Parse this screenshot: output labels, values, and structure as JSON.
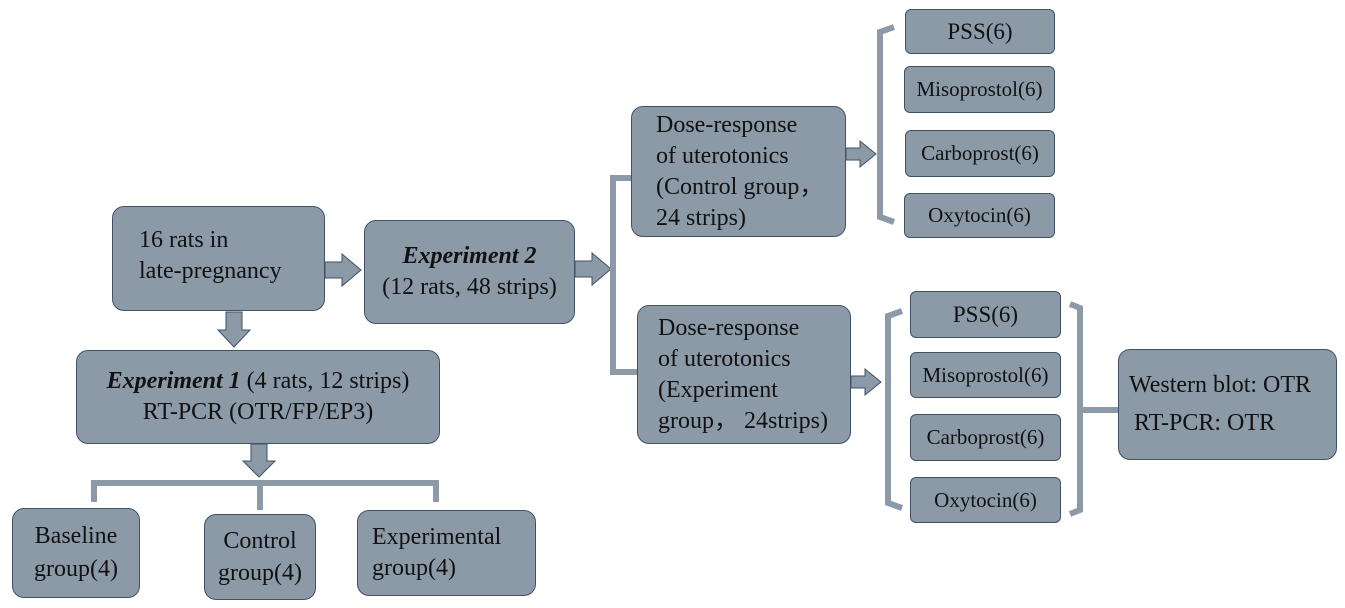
{
  "start": {
    "line1": "16 rats in",
    "line2": "late-pregnancy"
  },
  "exp2": {
    "title": "Experiment 2",
    "detail": "(12 rats, 48 strips)"
  },
  "exp1": {
    "title": "Experiment 1",
    "detail": " (4 rats, 12 strips)",
    "method": "RT-PCR (OTR/FP/EP3)"
  },
  "exp1_groups": [
    {
      "line1": "Baseline",
      "line2": "group(4)"
    },
    {
      "line1": "Control",
      "line2": "group(4)"
    },
    {
      "line1": "Experimental",
      "line2": "group(4)"
    }
  ],
  "dose_control": {
    "lines": [
      "Dose-response",
      "of uterotonics",
      "(Control group，",
      "24 strips)"
    ]
  },
  "dose_experiment": {
    "lines": [
      "Dose-response",
      "of uterotonics",
      "(Experiment",
      "group， 24strips)"
    ]
  },
  "control_drugs": [
    "PSS(6)",
    "Misoprostol(6)",
    "Carboprost(6)",
    "Oxytocin(6)"
  ],
  "experiment_drugs": [
    "PSS(6)",
    "Misoprostol(6)",
    "Carboprost(6)",
    "Oxytocin(6)"
  ],
  "analysis": {
    "line1": "Western blot: OTR",
    "line2": "RT-PCR: OTR"
  },
  "colors": {
    "box_fill": "#8c9aa8",
    "box_border": "#3f5266",
    "connector": "#8c9aa8"
  }
}
